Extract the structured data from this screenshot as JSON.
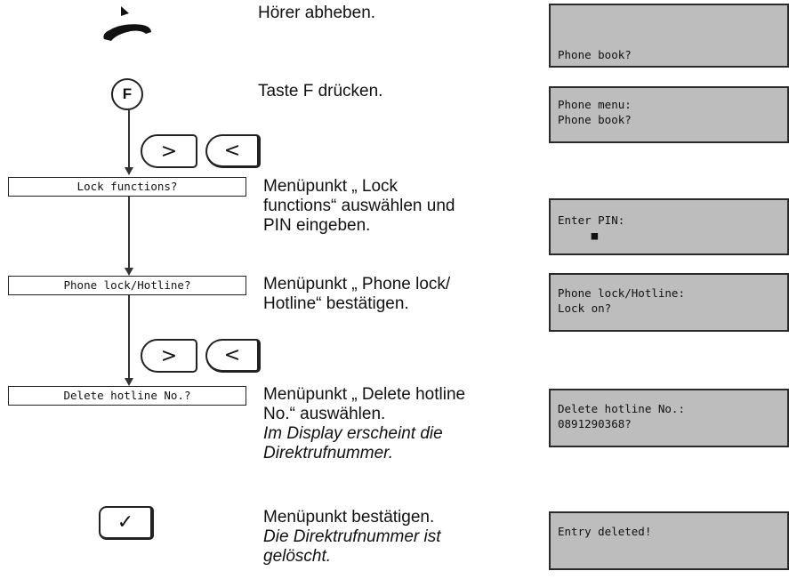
{
  "steps": [
    {
      "lines": [
        "Hörer abheben."
      ],
      "italic": [],
      "display": [
        "",
        "Phone book?"
      ]
    },
    {
      "key": "F",
      "lines": [
        "Taste F drücken."
      ],
      "italic": [],
      "display": [
        "Phone menu:",
        "Phone book?"
      ]
    },
    {
      "menu": "Lock functions?",
      "lines": [
        "Menüpunkt „ Lock",
        "functions“ auswählen und",
        "PIN eingeben."
      ],
      "italic": [],
      "display": [
        "Enter PIN:",
        "     ■"
      ]
    },
    {
      "menu": "Phone lock/Hotline?",
      "lines": [
        "Menüpunkt „ Phone lock/",
        "Hotline“ bestätigen."
      ],
      "italic": [],
      "display": [
        "Phone lock/Hotline:",
        "Lock on?"
      ]
    },
    {
      "menu": "Delete hotline No.?",
      "lines": [
        "Menüpunkt „ Delete hotline",
        "No.“ auswählen."
      ],
      "italic": [
        "Im Display erscheint die",
        "Direktrufnummer."
      ],
      "display": [
        "Delete hotline No.:",
        "0891290368?"
      ]
    },
    {
      "lines": [
        "Menüpunkt bestätigen."
      ],
      "italic": [
        "Die Direktrufnummer ist",
        "gelöscht."
      ],
      "display": [
        "Entry deleted!",
        ""
      ]
    }
  ],
  "nav_keys": {
    "right": ">",
    "left": "<"
  },
  "confirm_key": "✓",
  "icons": {
    "handset": "handset-lift-icon",
    "confirm": "checkmark-key-icon"
  }
}
